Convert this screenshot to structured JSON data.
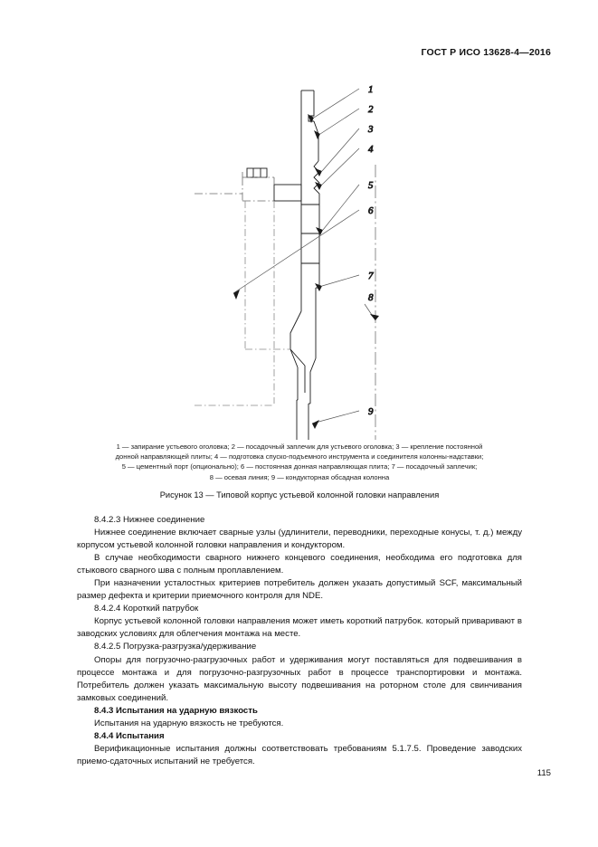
{
  "header": {
    "standard_title": "ГОСТ Р ИСО 13628-4—2016"
  },
  "figure": {
    "caption": "Рисунок 13 — Типовой корпус устьевой колонной головки направления",
    "callout_labels": [
      "1",
      "2",
      "3",
      "4",
      "5",
      "6",
      "7",
      "8",
      "9"
    ],
    "legend_lines": [
      "1 — запирание устьевого оголовка; 2 — посадочный заплечик для устьевого оголовка; 3 — крепление постоянной",
      "донной направляющей плиты; 4 — подготовка спуско-подъемного инструмента и соединителя колонны-надставки;",
      "5 — цементный порт (опционально); 6 — постоянная донная направляющая плита; 7 — посадочный заплечик;",
      "8 — осевая линия; 9 — кондукторная обсадная колонна"
    ]
  },
  "sections": [
    {
      "id": "8.4.2.3",
      "heading": "8.4.2.3 Нижнее соединение",
      "bold": false,
      "paragraphs": [
        "Нижнее соединение включает сварные узлы (удлинители, переводники, переходные конусы, т. д.) между корпусом устьевой колонной головки направления и кондуктором.",
        "В случае необходимости сварного нижнего концевого соединения, необходима его подготовка для стыкового сварного шва с полным проплавлением.",
        "При назначении усталостных критериев потребитель должен указать допустимый SCF, максимальный размер дефекта и критерии приемочного контроля для NDE."
      ]
    },
    {
      "id": "8.4.2.4",
      "heading": "8.4.2.4 Короткий патрубок",
      "bold": false,
      "paragraphs": [
        "Корпус устьевой колонной головки направления может иметь короткий патрубок. который приваривают в заводских условиях для облегчения монтажа на месте."
      ]
    },
    {
      "id": "8.4.2.5",
      "heading": "8.4.2.5 Погрузка-разгрузка/удерживание",
      "bold": false,
      "paragraphs": [
        "Опоры для погрузочно-разгрузочных работ и удерживания могут поставляться для подвешивания в процессе монтажа и для погрузочно-разгрузочных работ в процессе транспортировки и монтажа. Потребитель должен указать максимальную высоту подвешивания на роторном столе для свинчивания замковых соединений."
      ]
    },
    {
      "id": "8.4.3",
      "heading": "8.4.3 Испытания на ударную вязкость",
      "bold": true,
      "paragraphs": [
        "Испытания на ударную вязкость не требуются."
      ]
    },
    {
      "id": "8.4.4",
      "heading": "8.4.4 Испытания",
      "bold": true,
      "paragraphs": [
        "Верификационные испытания должны соответствовать требованиям 5.1.7.5. Проведение заводских приемо-сдаточных испытаний не требуется."
      ]
    }
  ],
  "footer": {
    "page_number": "115"
  },
  "colors": {
    "text": "#111111",
    "line": "#1a1a1a",
    "background": "#ffffff"
  }
}
